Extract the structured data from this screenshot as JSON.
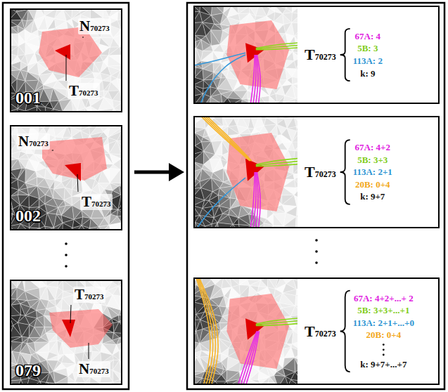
{
  "diagram": {
    "nodes": [
      {
        "text": [
          "N70273",
          "T70273",
          "001"
        ]
      },
      {
        "text": [
          "N70273",
          "T70273",
          "002"
        ]
      },
      {
        "text": [
          "T70273",
          "N70273",
          "079"
        ]
      },
      {
        "text": [
          "T70273",
          "67A: 4",
          "5B: 3",
          "113A: 2",
          "k: 9"
        ]
      },
      {
        "text": [
          "T70273",
          "67A: 4+2",
          "5B: 3+3",
          "113A: 2+1",
          "20B: 0+4",
          "k: 9+7"
        ]
      },
      {
        "text": [
          "T70273",
          "67A: 4+2+...+ 2",
          "5B: 3+3+...+1",
          "113A: 2+1+...+0",
          "20B: 0+4",
          "k: 9+7+...+7"
        ]
      }
    ]
  }
}
